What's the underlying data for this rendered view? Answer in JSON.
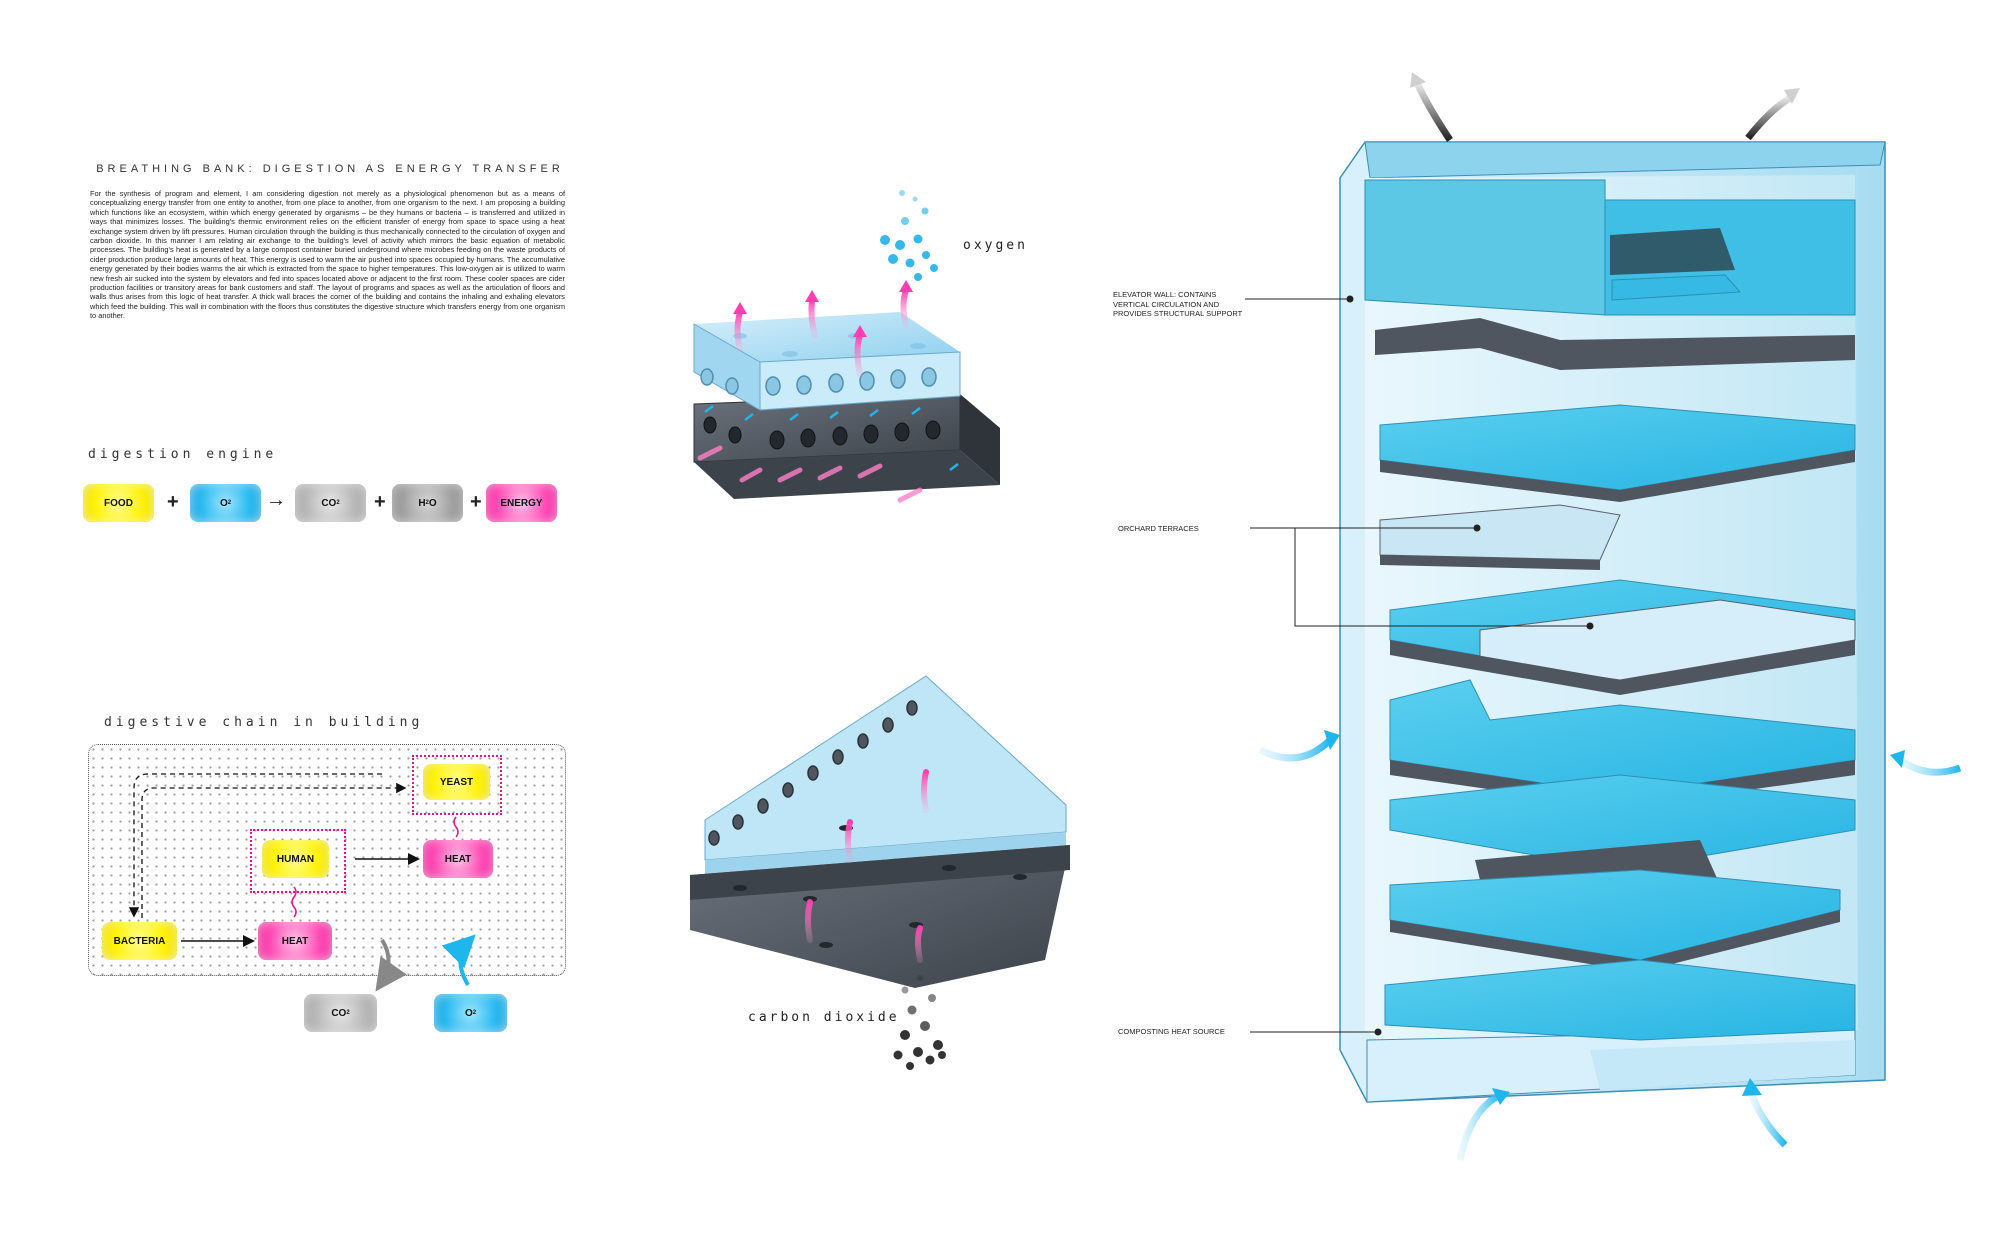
{
  "title": "BREATHING BANK: DIGESTION AS ENERGY TRANSFER",
  "body": "For the synthesis of program and element, I am considering digestion not merely as a physiological phenomenon but as a means of conceptualizing energy transfer from one entity to another, from one place to another, from one organism to the next. I am proposing a building which functions like an ecosystem, within which energy generated by organisms – be they humans or bacteria – is transferred and utilized in ways that minimizes losses. The building's thermic environment relies on the efficient transfer of energy from space to space using a heat exchange system driven by lift pressures. Human circulation through the building is thus mechanically connected to the circulation of oxygen and carbon dioxide. In this manner I am relating air exchange to the building's level of activity which mirrors the basic equation of metabolic processes. The building's heat is generated by a large compost container buried underground where microbes feeding on the waste products of cider production produce large amounts of heat. This energy is used to warm the air pushed into spaces occupied by humans. The accumulative energy generated by their bodies warms the air which is extracted from the space to higher temperatures. This low-oxygen air is utilized to warm new fresh air sucked into the system by elevators and fed into spaces located above or adjacent to the first room. These cooler spaces are cider production facilities or transitory areas for bank customers and staff. The layout of programs and spaces as well as the articulation of floors and walls thus arises from this logic of heat transfer. A thick wall braces the corner of the building and contains the inhaling and exhaling elevators which feed the building. This wall in combination with the floors thus constitutes the digestive structure which transfers energy from one organism to another.",
  "engine": {
    "heading": "digestion engine",
    "food": "FOOD",
    "o2": "O",
    "o2_sub": "2",
    "co2": "CO",
    "co2_sub": "2",
    "h2o_h": "H",
    "h2o_sub": "2",
    "h2o_o": "O",
    "energy": "ENERGY",
    "plus": "+",
    "arrow": "→"
  },
  "chain": {
    "heading": "digestive chain in building",
    "yeast": "YEAST",
    "human": "HUMAN",
    "heat_top": "HEAT",
    "bacteria": "BACTERIA",
    "heat_bottom": "HEAT",
    "co2": "CO",
    "co2_sub": "2",
    "o2": "O",
    "o2_sub": "2"
  },
  "slabs": {
    "oxygen": "oxygen",
    "carbon_dioxide": "carbon dioxide"
  },
  "tower": {
    "label_elevator": "ELEVATOR WALL: CONTAINS VERTICAL CIRCULATION AND PROVIDES STRUCTURAL SUPPORT",
    "label_orchard": "ORCHARD TERRACES",
    "label_compost": "COMPOSTING HEAT SOURCE"
  },
  "colors": {
    "cyan": "#1fb6ee",
    "magenta": "#ff3fb0",
    "yellow": "#fff200",
    "slab_top": "#bfe6f7",
    "slab_dark": "#4f5660"
  }
}
